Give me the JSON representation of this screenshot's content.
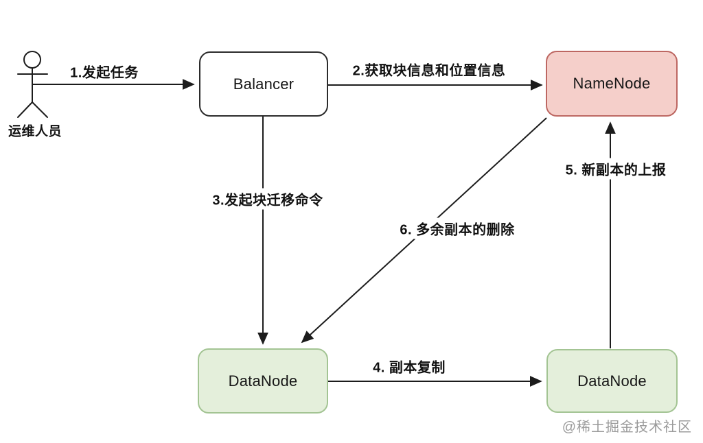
{
  "diagram": {
    "title_hint": "HDFS Balancer block rebalancing flow",
    "actor": {
      "label": "运维人员"
    },
    "nodes": {
      "balancer": {
        "label": "Balancer"
      },
      "namenode": {
        "label": "NameNode"
      },
      "datanode_left": {
        "label": "DataNode"
      },
      "datanode_right": {
        "label": "DataNode"
      }
    },
    "edges": {
      "e1": {
        "label": "1.发起任务",
        "from": "actor",
        "to": "balancer"
      },
      "e2": {
        "label": "2.获取块信息和位置信息",
        "from": "balancer",
        "to": "namenode"
      },
      "e3": {
        "label": "3.发起块迁移命令",
        "from": "balancer",
        "to": "datanode_left"
      },
      "e4": {
        "label": "4. 副本复制",
        "from": "datanode_left",
        "to": "datanode_right"
      },
      "e5": {
        "label": "5. 新副本的上报",
        "from": "datanode_right",
        "to": "namenode"
      },
      "e6": {
        "label": "6. 多余副本的删除",
        "from": "namenode",
        "to": "datanode_left"
      }
    },
    "colors": {
      "namenode_fill": "#f5cfca",
      "namenode_stroke": "#bd6762",
      "datanode_fill": "#e4efdb",
      "datanode_stroke": "#a3c493",
      "balancer_fill": "#ffffff",
      "balancer_stroke": "#2b2b2b",
      "line": "#1c1c1c",
      "watermark_text": "#9b9b9b"
    },
    "watermark": "@稀土掘金技术社区"
  }
}
